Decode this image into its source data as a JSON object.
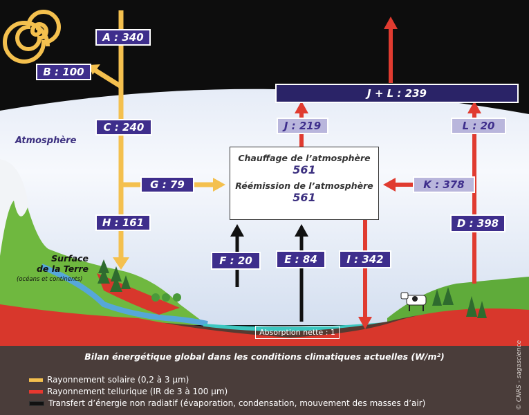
{
  "boxes": {
    "A": "A : 340",
    "B": "B : 100",
    "C": "C : 240",
    "G": "G : 79",
    "H": "H : 161",
    "F": "F : 20",
    "E": "E : 84",
    "I": "I : 342",
    "J": "J : 219",
    "JL": "J + L : 239",
    "L": "L : 20",
    "K": "K : 378",
    "D": "D : 398"
  },
  "center": {
    "title1": "Chauffage de l’atmosphère",
    "value1": "561",
    "title2": "Réémission de l’atmosphère",
    "value2": "561"
  },
  "labels": {
    "atmosphere": "Atmosphère",
    "surface_line1": "Surface",
    "surface_line2": "de la Terre",
    "surface_sub": "(océans et continents)",
    "absorption": "Absorption nette : 1",
    "caption": "Bilan énergétique global dans les conditions climatiques actuelles (W/m²)",
    "credit": "© CNRS - sagascience"
  },
  "legend": [
    {
      "color": "#f4c04e",
      "text": "Rayonnement solaire (0,2 à 3 µm)"
    },
    {
      "color": "#e8382f",
      "text": "Rayonnement tellurique (IR de 3 à 100 µm)"
    },
    {
      "color": "#111111",
      "text": "Transfert d’énergie non radiatif (évaporation, condensation, mouvement des masses d’air)"
    }
  ],
  "colors": {
    "solar": "#f4c04e",
    "telluric": "#e8382f",
    "nonradiative": "#111111",
    "box_fill": "#3e2e8c",
    "box_pale": "#b9b6dc"
  }
}
